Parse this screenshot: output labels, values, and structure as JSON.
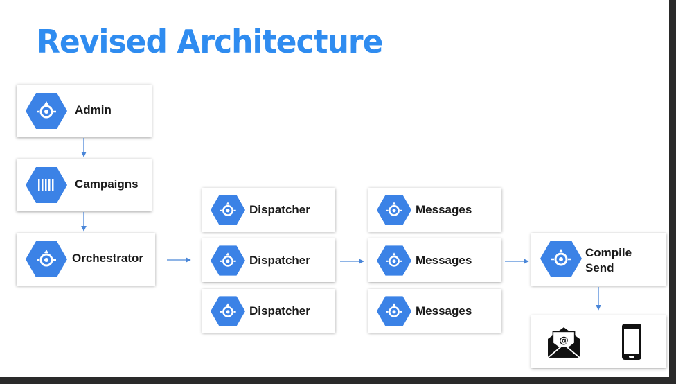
{
  "title": "Revised Architecture",
  "colors": {
    "accent": "#2f8cf0",
    "hex_fill": "#3b82e6",
    "arrow": "#4a86d8"
  },
  "nodes": {
    "admin": {
      "label": "Admin",
      "icon": "app-engine-icon"
    },
    "campaigns": {
      "label": "Campaigns",
      "icon": "storage-icon"
    },
    "orchestrator": {
      "label": "Orchestrator",
      "icon": "app-engine-icon"
    },
    "dispatchers": [
      "Dispatcher",
      "Dispatcher",
      "Dispatcher"
    ],
    "messages": [
      "Messages",
      "Messages",
      "Messages"
    ],
    "compile_send": {
      "line1": "Compile",
      "line2": "Send",
      "icon": "app-engine-icon"
    },
    "outputs": {
      "icons": [
        "email-icon",
        "phone-icon"
      ],
      "email_symbol": "@"
    }
  }
}
